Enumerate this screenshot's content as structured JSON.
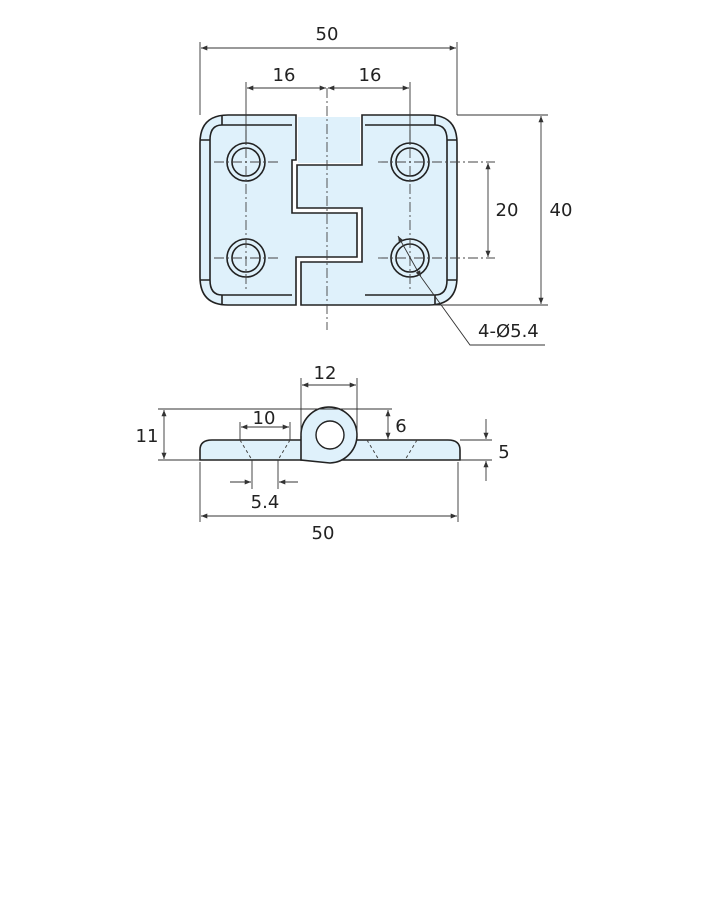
{
  "top_view": {
    "overall_width": "50",
    "hole_offset_left": "16",
    "hole_offset_right": "16",
    "hole_spacing_vertical": "20",
    "overall_height": "40",
    "hole_callout": "4-Ø5.4"
  },
  "side_view": {
    "knuckle_width": "12",
    "total_height": "11",
    "countersink_diameter": "10",
    "knuckle_above_plate": "6",
    "plate_thickness": "5",
    "hole_diameter": "5.4",
    "overall_width": "50"
  },
  "colors": {
    "part_fill": "#dff1fb",
    "line": "#222222"
  }
}
